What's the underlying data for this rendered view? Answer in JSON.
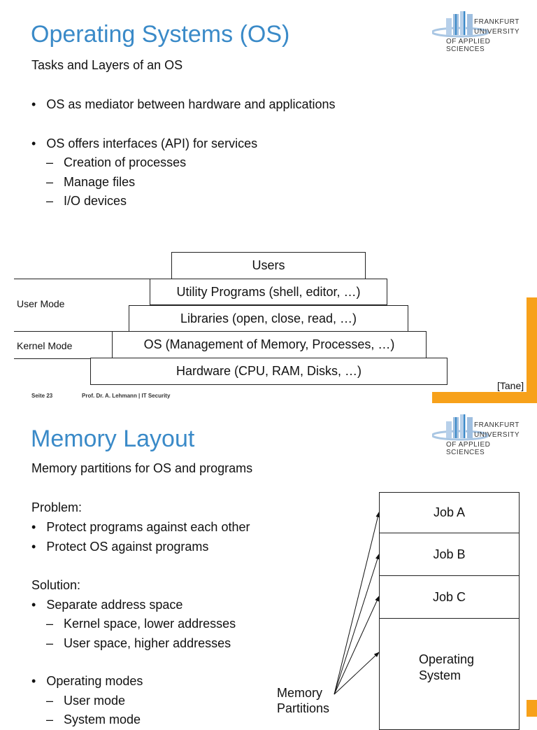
{
  "logo": {
    "line1": "FRANKFURT",
    "line2": "UNIVERSITY",
    "line3": "OF APPLIED SCIENCES"
  },
  "slide1": {
    "title": "Operating Systems (OS)",
    "subtitle": "Tasks and Layers of an OS",
    "bullets": [
      {
        "text": "OS as mediator between hardware and applications"
      },
      {
        "text": "OS offers interfaces (API) for services"
      }
    ],
    "subbullets": [
      "Creation of processes",
      "Manage files",
      "I/O devices"
    ],
    "layers": [
      "Users",
      "Utility Programs (shell, editor, …)",
      "Libraries (open, close, read, …)",
      "OS (Management of Memory, Processes, …)",
      "Hardware (CPU, RAM, Disks, …)"
    ],
    "user_mode": "User Mode",
    "kernel_mode": "Kernel Mode",
    "citation": "[Tane]",
    "footer_page": "Seite  23",
    "footer_author": "Prof. Dr. A. Lehmann | IT Security"
  },
  "slide2": {
    "title": "Memory Layout",
    "subtitle": "Memory partitions for OS and programs",
    "problem": "Problem:",
    "problem_bullets": [
      "Protect programs against each other",
      "Protect OS against programs"
    ],
    "solution": "Solution:",
    "solution_bullet": "Separate address space",
    "solution_sub": [
      "Kernel space, lower addresses",
      "User space, higher addresses"
    ],
    "modes_bullet": "Operating modes",
    "modes_sub": [
      "User mode",
      "System mode"
    ],
    "partitions": [
      "Job A",
      "Job B",
      "Job C",
      "Operating System"
    ],
    "partitions_label": "Memory Partitions"
  },
  "colors": {
    "title": "#3a8ac8",
    "accent": "#f7a11a"
  }
}
